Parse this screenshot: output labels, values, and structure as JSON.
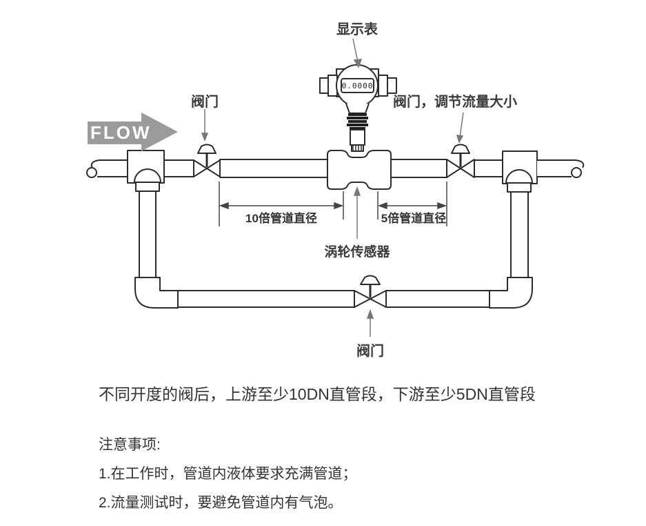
{
  "diagram": {
    "display_meter_label": "显示表",
    "display_value": "0.0000",
    "flow_label": "FLOW",
    "valve_left_label": "阀门",
    "valve_right_label": "阀门，调节流量大小",
    "valve_bottom_label": "阀门",
    "dim_upstream_label": "10倍管道直径",
    "dim_downstream_label": "5倍管道直径",
    "sensor_label": "涡轮传感器"
  },
  "caption": "不同开度的阀后，上游至少10DN直管段，下游至少5DN直管段",
  "notes": {
    "title": "注意事项:",
    "item1": "1.在工作时，管道内液体要求充满管道；",
    "item2": "2.流量测试时，要避免管道内有气泡。"
  },
  "colors": {
    "line": "#2b2b2b",
    "flow_arrow": "#9b9b9b",
    "pointer_arrow": "#777777",
    "text": "#3a3a3a"
  }
}
